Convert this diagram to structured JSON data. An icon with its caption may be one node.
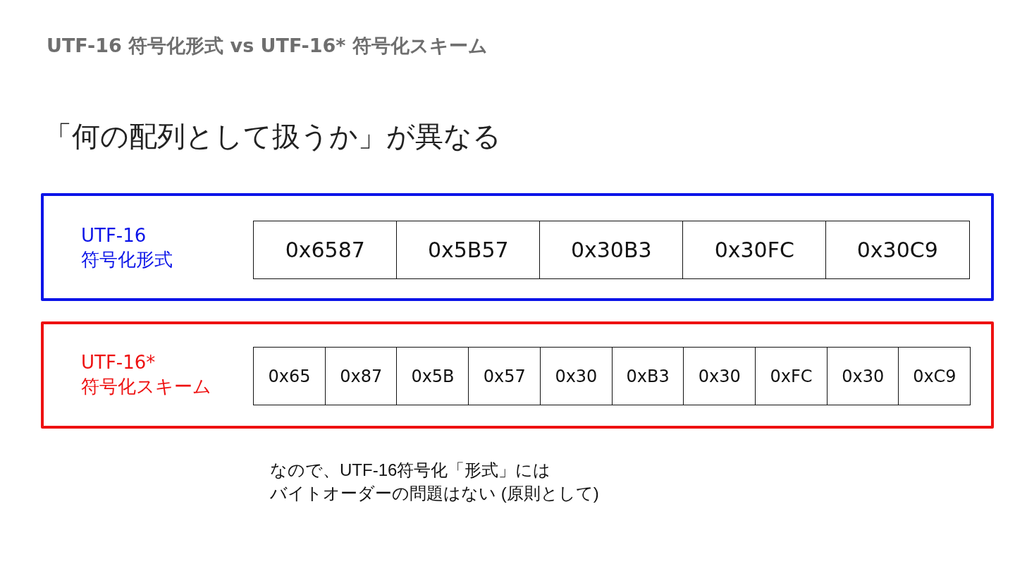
{
  "diagram": {
    "title": "UTF-16 符号化形式 vs UTF-16* 符号化スキーム",
    "nodes": [
      {
        "text": [
          "UTF-16 符号化形式"
        ]
      },
      {
        "text": [
          "0x6587"
        ],
        "in": 0
      },
      {
        "text": [
          "0x5B57"
        ],
        "in": 0
      },
      {
        "text": [
          "0x30B3"
        ],
        "in": 0
      },
      {
        "text": [
          "0x30FC"
        ],
        "in": 0
      },
      {
        "text": [
          "0x30C9"
        ],
        "in": 0
      },
      {
        "text": [
          "UTF-16* 符号化スキーム"
        ]
      },
      {
        "text": [
          "0x65"
        ],
        "in": 6
      },
      {
        "text": [
          "0x87"
        ],
        "in": 6
      },
      {
        "text": [
          "0x5B"
        ],
        "in": 6
      },
      {
        "text": [
          "0x57"
        ],
        "in": 6
      },
      {
        "text": [
          "0x30"
        ],
        "in": 6
      },
      {
        "text": [
          "0xB3"
        ],
        "in": 6
      },
      {
        "text": [
          "0x30"
        ],
        "in": 6
      },
      {
        "text": [
          "0xFC"
        ],
        "in": 6
      },
      {
        "text": [
          "0x30"
        ],
        "in": 6
      },
      {
        "text": [
          "0xC9"
        ],
        "in": 6
      }
    ],
    "labels": [
      "「何の配列として扱うか」が異なる",
      "なので、UTF-16符号化「形式」にはバイトオーダーの問題はない (原則として)"
    ]
  }
}
